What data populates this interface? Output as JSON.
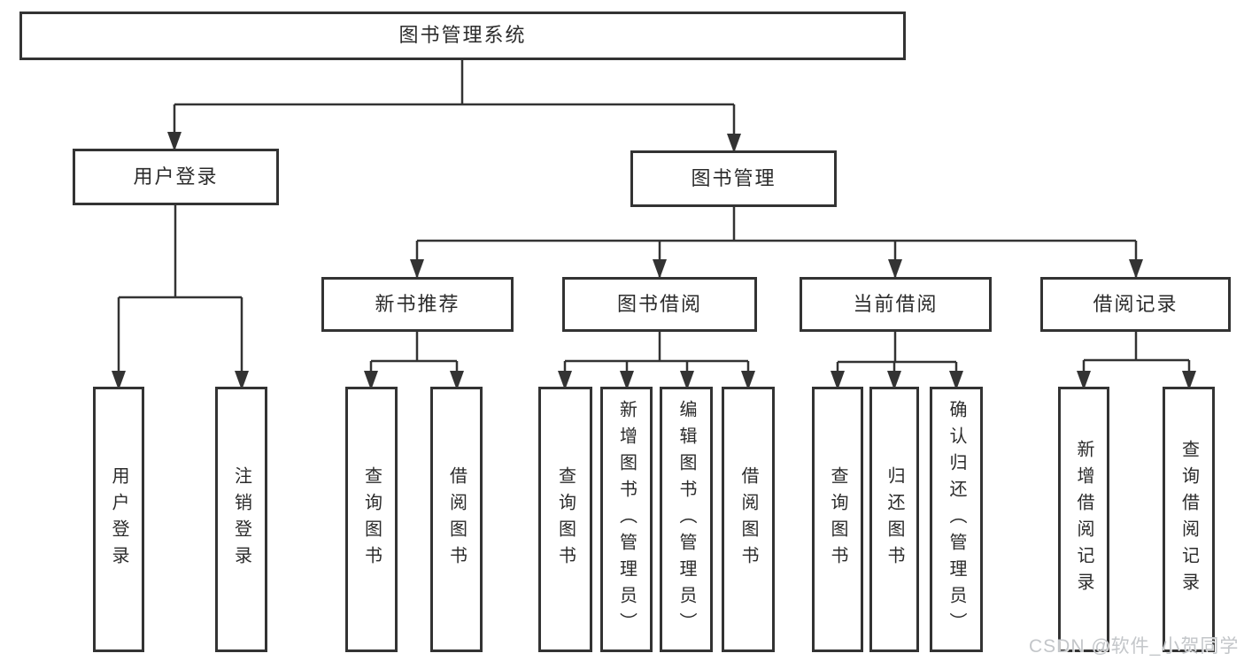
{
  "tree": {
    "label": "图书管理系统",
    "children": [
      {
        "label": "用户登录",
        "children": [
          {
            "label": "用户登录"
          },
          {
            "label": "注销登录"
          }
        ]
      },
      {
        "label": "图书管理",
        "children": [
          {
            "label": "新书推荐",
            "children": [
              {
                "label": "查询图书"
              },
              {
                "label": "借阅图书"
              }
            ]
          },
          {
            "label": "图书借阅",
            "children": [
              {
                "label": "查询图书"
              },
              {
                "label": "新增图书（管理员）"
              },
              {
                "label": "编辑图书（管理员）"
              },
              {
                "label": "借阅图书"
              }
            ]
          },
          {
            "label": "当前借阅",
            "children": [
              {
                "label": "查询图书"
              },
              {
                "label": "归还图书"
              },
              {
                "label": "确认归还（管理员）"
              }
            ]
          },
          {
            "label": "借阅记录",
            "children": [
              {
                "label": "新增借阅记录"
              },
              {
                "label": "查询借阅记录"
              }
            ]
          }
        ]
      }
    ]
  },
  "watermark": {
    "text": "CSDN @软件_小贺同学"
  },
  "colors": {
    "line": "#333333",
    "box_border": "#333333",
    "text": "#2b2b2b",
    "background": "#ffffff",
    "watermark": "#c3c6c9"
  }
}
